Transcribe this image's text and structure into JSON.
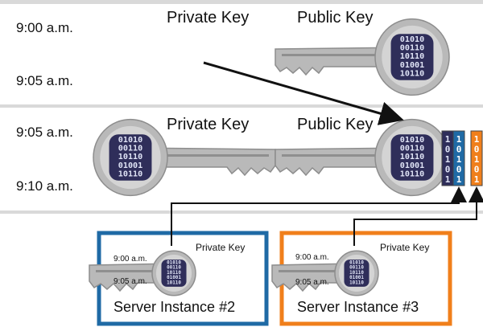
{
  "top": {
    "time_1": "9:00 a.m.",
    "time_2": "9:05 a.m.",
    "private_key": "Private Key",
    "public_key": "Public Key"
  },
  "middle": {
    "time_1": "9:05 a.m.",
    "time_2": "9:10 a.m.",
    "private_key": "Private Key",
    "public_key": "Public Key"
  },
  "instance_2": {
    "name": "Server Instance #2",
    "time_1": "9:00 a.m.",
    "time_2": "9:05 a.m.",
    "private_key": "Private Key",
    "border_color": "#1f6aa5"
  },
  "instance_3": {
    "name": "Server Instance #3",
    "time_1": "9:00 a.m.",
    "time_2": "9:05 a.m.",
    "private_key": "Private Key",
    "border_color": "#f07f1b"
  },
  "binary_rows": [
    "01010",
    "00110",
    "10110",
    "01001",
    "10110"
  ],
  "colors": {
    "key_fill": "#b9b9b9",
    "key_stroke": "#8d8d8d",
    "chip_fill": "#2f2e5a",
    "blue_block": "#1f6aa5",
    "orange_block": "#f07f1b",
    "divider": "#d9d9d9"
  }
}
